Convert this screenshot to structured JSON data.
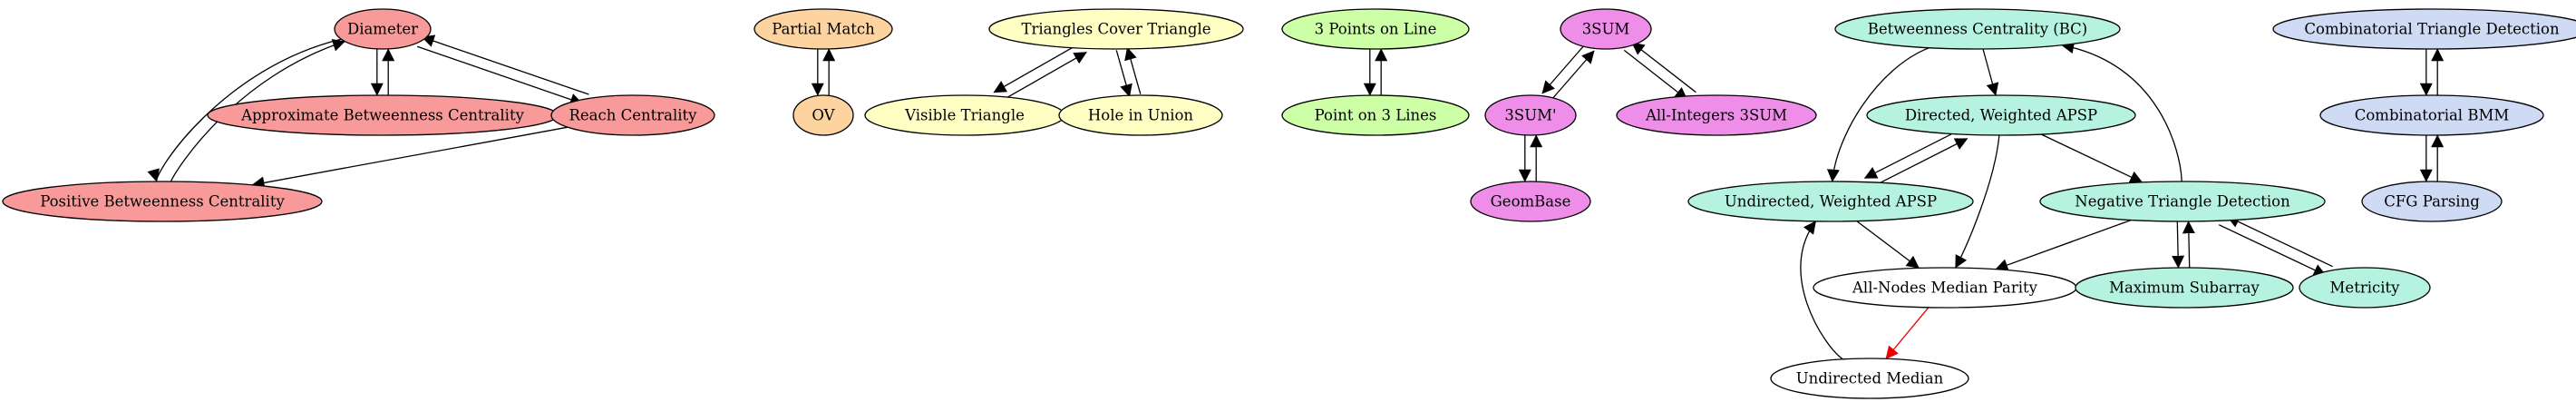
{
  "colors": {
    "red": "#f89a9a",
    "orange": "#fdd3a0",
    "yellow": "#ffffc4",
    "green": "#ccffa6",
    "magenta": "#ee8ee8",
    "teal": "#b5f3e0",
    "blue": "#cfdbf4",
    "white": "#ffffff",
    "edge": "#000000",
    "edge_highlight": "#ee0000"
  },
  "nodes": {
    "diameter": {
      "label": "Diameter",
      "color": "red"
    },
    "approx_bc": {
      "label": "Approximate Betweenness Centrality",
      "color": "red"
    },
    "reach_centrality": {
      "label": "Reach Centrality",
      "color": "red"
    },
    "positive_bc": {
      "label": "Positive Betweenness Centrality",
      "color": "red"
    },
    "partial_match": {
      "label": "Partial Match",
      "color": "orange"
    },
    "ov": {
      "label": "OV",
      "color": "orange"
    },
    "triangles_cover": {
      "label": "Triangles Cover Triangle",
      "color": "yellow"
    },
    "visible_triangle": {
      "label": "Visible Triangle",
      "color": "yellow"
    },
    "hole_in_union": {
      "label": "Hole in Union",
      "color": "yellow"
    },
    "three_points_line": {
      "label": "3 Points on Line",
      "color": "green"
    },
    "point_three_lines": {
      "label": "Point on 3 Lines",
      "color": "green"
    },
    "threesum": {
      "label": "3SUM",
      "color": "magenta"
    },
    "threesum_prime": {
      "label": "3SUM'",
      "color": "magenta"
    },
    "all_integers_3sum": {
      "label": "All-Integers 3SUM",
      "color": "magenta"
    },
    "geombase": {
      "label": "GeomBase",
      "color": "magenta"
    },
    "bc": {
      "label": "Betweenness Centrality (BC)",
      "color": "teal"
    },
    "directed_apsp": {
      "label": "Directed, Weighted APSP",
      "color": "teal"
    },
    "undirected_apsp": {
      "label": "Undirected, Weighted APSP",
      "color": "teal"
    },
    "negative_triangle": {
      "label": "Negative Triangle Detection",
      "color": "teal"
    },
    "all_nodes_median": {
      "label": "All-Nodes Median Parity",
      "color": "white"
    },
    "maximum_subarray": {
      "label": "Maximum Subarray",
      "color": "teal"
    },
    "metricity": {
      "label": "Metricity",
      "color": "teal"
    },
    "undirected_median": {
      "label": "Undirected Median",
      "color": "white"
    },
    "comb_triangle": {
      "label": "Combinatorial Triangle Detection",
      "color": "blue"
    },
    "comb_bmm": {
      "label": "Combinatorial BMM",
      "color": "blue"
    },
    "cfg_parsing": {
      "label": "CFG Parsing",
      "color": "blue"
    }
  },
  "edges": [
    {
      "from": "diameter",
      "to": "approx_bc"
    },
    {
      "from": "approx_bc",
      "to": "diameter"
    },
    {
      "from": "diameter",
      "to": "reach_centrality"
    },
    {
      "from": "reach_centrality",
      "to": "diameter"
    },
    {
      "from": "diameter",
      "to": "positive_bc"
    },
    {
      "from": "positive_bc",
      "to": "diameter"
    },
    {
      "from": "reach_centrality",
      "to": "positive_bc"
    },
    {
      "from": "partial_match",
      "to": "ov"
    },
    {
      "from": "ov",
      "to": "partial_match"
    },
    {
      "from": "triangles_cover",
      "to": "visible_triangle"
    },
    {
      "from": "visible_triangle",
      "to": "triangles_cover"
    },
    {
      "from": "triangles_cover",
      "to": "hole_in_union"
    },
    {
      "from": "hole_in_union",
      "to": "triangles_cover"
    },
    {
      "from": "three_points_line",
      "to": "point_three_lines"
    },
    {
      "from": "point_three_lines",
      "to": "three_points_line"
    },
    {
      "from": "threesum",
      "to": "threesum_prime"
    },
    {
      "from": "threesum_prime",
      "to": "threesum"
    },
    {
      "from": "threesum",
      "to": "all_integers_3sum"
    },
    {
      "from": "all_integers_3sum",
      "to": "threesum"
    },
    {
      "from": "threesum_prime",
      "to": "geombase"
    },
    {
      "from": "geombase",
      "to": "threesum_prime"
    },
    {
      "from": "bc",
      "to": "directed_apsp"
    },
    {
      "from": "bc",
      "to": "undirected_apsp"
    },
    {
      "from": "negative_triangle",
      "to": "bc"
    },
    {
      "from": "directed_apsp",
      "to": "undirected_apsp"
    },
    {
      "from": "undirected_apsp",
      "to": "directed_apsp"
    },
    {
      "from": "directed_apsp",
      "to": "negative_triangle"
    },
    {
      "from": "directed_apsp",
      "to": "all_nodes_median"
    },
    {
      "from": "undirected_apsp",
      "to": "all_nodes_median"
    },
    {
      "from": "negative_triangle",
      "to": "all_nodes_median"
    },
    {
      "from": "negative_triangle",
      "to": "maximum_subarray"
    },
    {
      "from": "maximum_subarray",
      "to": "negative_triangle"
    },
    {
      "from": "negative_triangle",
      "to": "metricity"
    },
    {
      "from": "metricity",
      "to": "negative_triangle"
    },
    {
      "from": "all_nodes_median",
      "to": "undirected_median",
      "highlight": true
    },
    {
      "from": "undirected_median",
      "to": "undirected_apsp"
    },
    {
      "from": "comb_triangle",
      "to": "comb_bmm"
    },
    {
      "from": "comb_bmm",
      "to": "comb_triangle"
    },
    {
      "from": "comb_bmm",
      "to": "cfg_parsing"
    },
    {
      "from": "cfg_parsing",
      "to": "comb_bmm"
    }
  ]
}
